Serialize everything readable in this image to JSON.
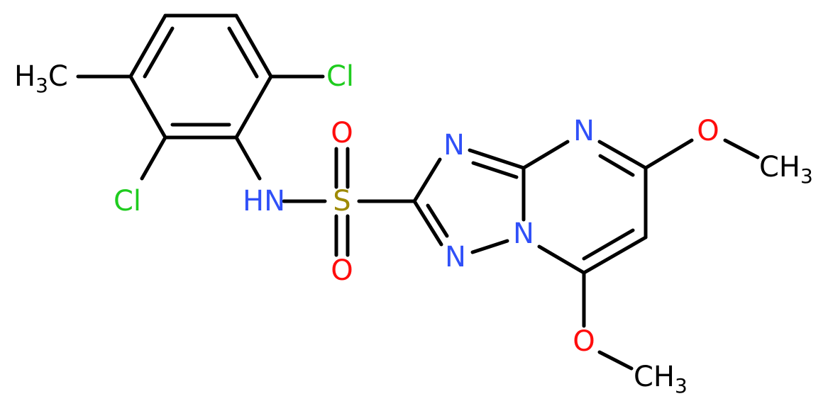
{
  "colors": {
    "bond": "#000000",
    "carbon": "#000000",
    "nitrogen": "#3050F8",
    "oxygen": "#FF0D0D",
    "sulfur": "#9E8A00",
    "chlorine": "#1FCC1F"
  },
  "atoms": {
    "cl_top": "Cl",
    "cl_bottom": "Cl",
    "nh": "HN",
    "s": "S",
    "o_top": "O",
    "o_bottom": "O",
    "n_triazole_top": "N",
    "n_triazole_bottom": "N",
    "n_bridge": "N",
    "n_pyrimidine": "N",
    "o_methoxy_right": "O",
    "o_methoxy_bottom": "O"
  },
  "groups": {
    "methyl_left": {
      "main": "H",
      "sub": "3",
      "tail": "C"
    },
    "methyl_right": {
      "main": "CH",
      "sub": "3"
    },
    "methyl_bottom": {
      "main": "CH",
      "sub": "3"
    }
  }
}
